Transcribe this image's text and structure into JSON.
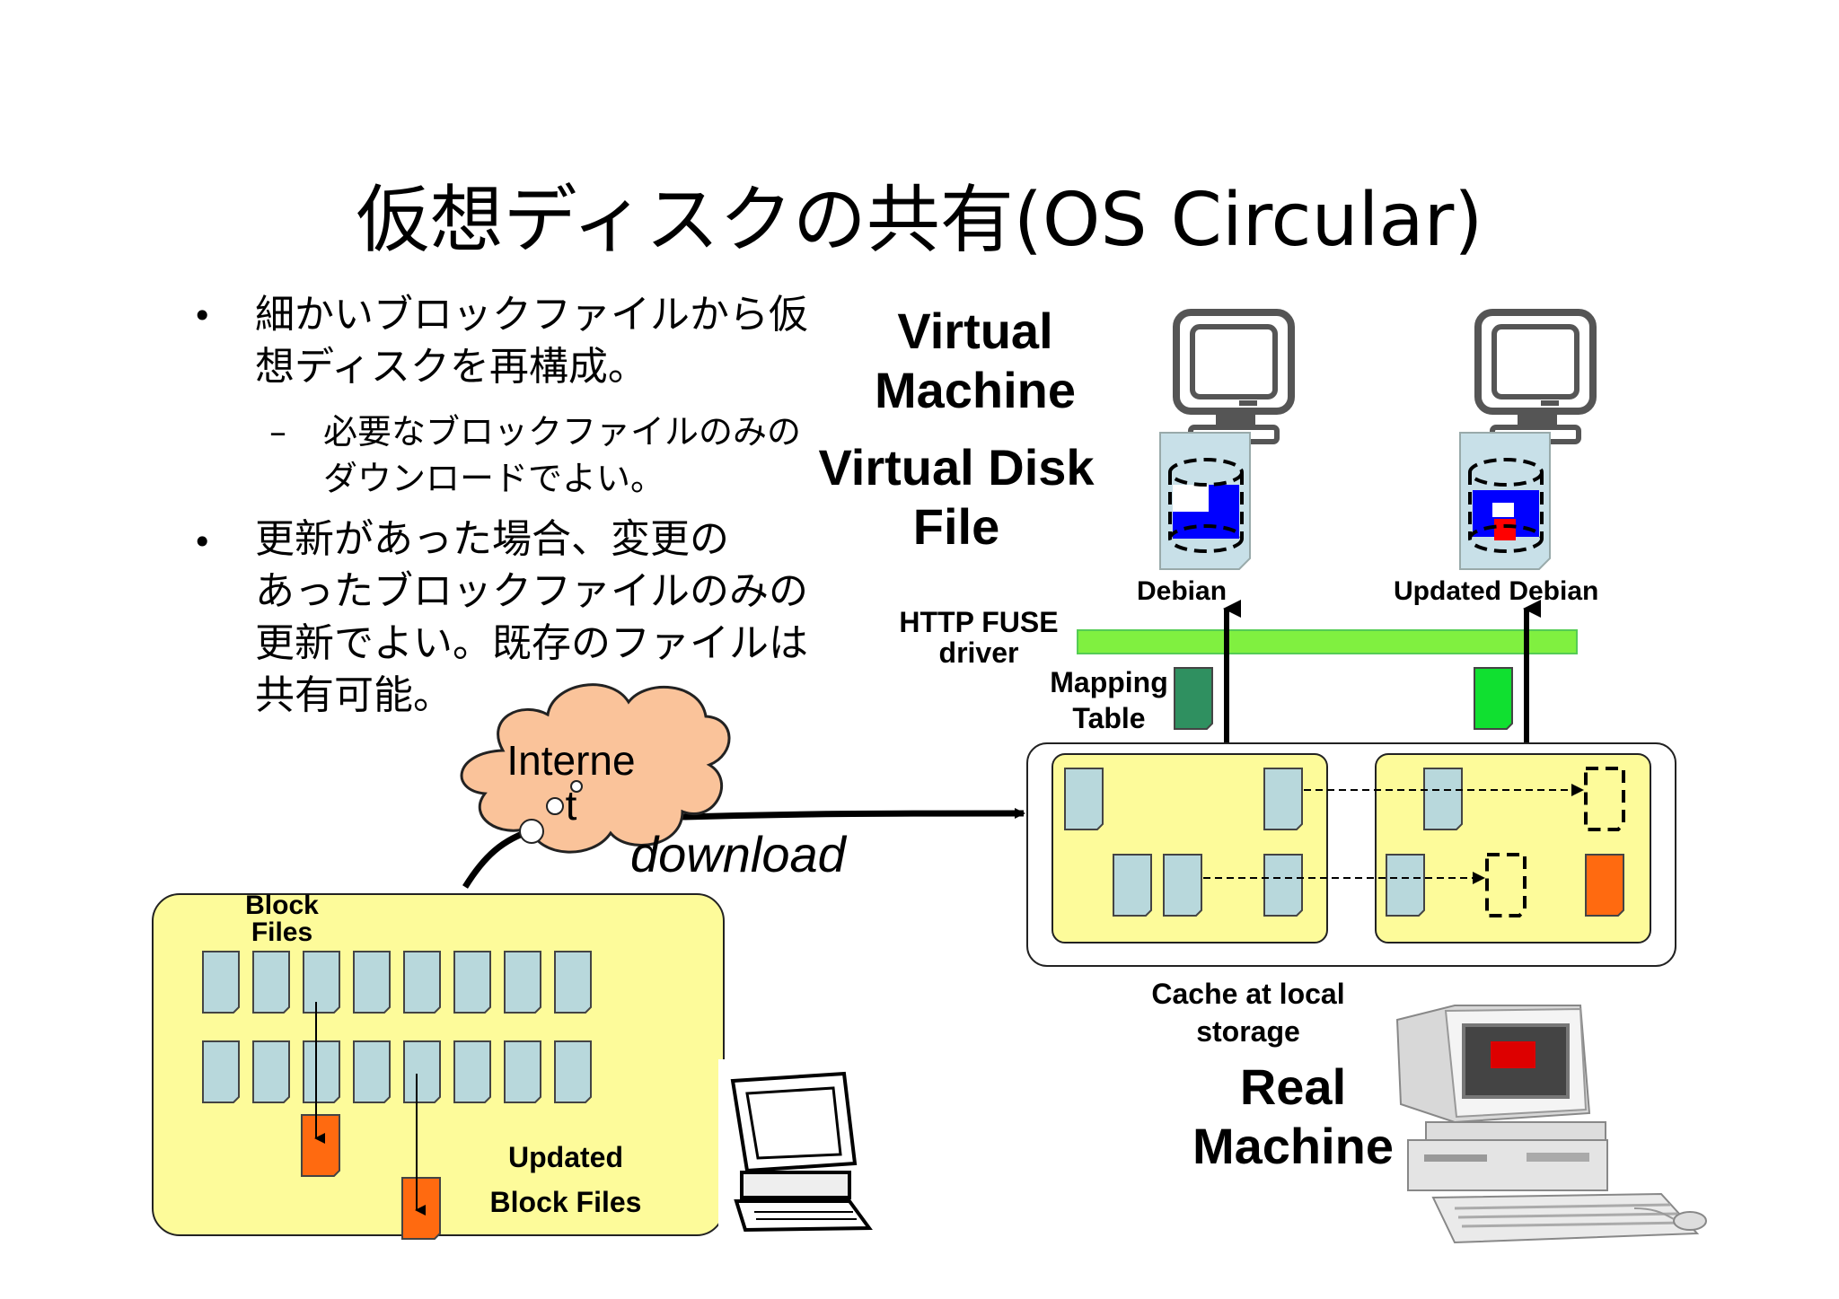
{
  "title": "仮想ディスクの共有(OS Circular)",
  "bullets": [
    {
      "lines": [
        "細かいブロックファイルから仮",
        "想ディスクを再構成。"
      ],
      "sub": {
        "marker": "–",
        "lines": [
          "必要なブロックファイルのみの",
          "ダウンロードでよい。"
        ]
      }
    },
    {
      "lines": [
        "更新があった場合、変更の",
        "あったブロックファイルのみの",
        "更新でよい。既存のファイルは",
        "共有可能。"
      ]
    }
  ],
  "bullet_marker": "•",
  "labels": {
    "virtual_machine": [
      "Virtual",
      "Machine"
    ],
    "virtual_disk_file": [
      "Virtual Disk",
      "File"
    ],
    "debian": "Debian",
    "updated_debian": "Updated Debian",
    "http_fuse_driver": [
      "HTTP FUSE",
      "driver"
    ],
    "mapping_table": [
      "Mapping",
      "Table"
    ],
    "internet": [
      "Interne",
      "t"
    ],
    "download": "download",
    "block_files": [
      "Block",
      "Files"
    ],
    "updated_block_files": [
      "Updated",
      "Block Files"
    ],
    "cache_local_storage": [
      "Cache at  local",
      "storage"
    ],
    "real_machine": [
      "Real",
      "Machine"
    ]
  },
  "colors": {
    "block_file": "#b8d8dc",
    "updated_block": "#ff6a10",
    "yellow_panel": "#fdfb9a",
    "fuse_bar": "#80f040",
    "mapping_dark": "#2f9060",
    "mapping_bright": "#10e030",
    "cloud": "#fac39a",
    "disk_blue": "#0000ff",
    "disk_red": "#ff0000"
  },
  "icons": [
    "monitor-icon",
    "server-computer-icon",
    "desktop-computer-icon",
    "cloud-icon",
    "disk-cylinder-icon"
  ]
}
